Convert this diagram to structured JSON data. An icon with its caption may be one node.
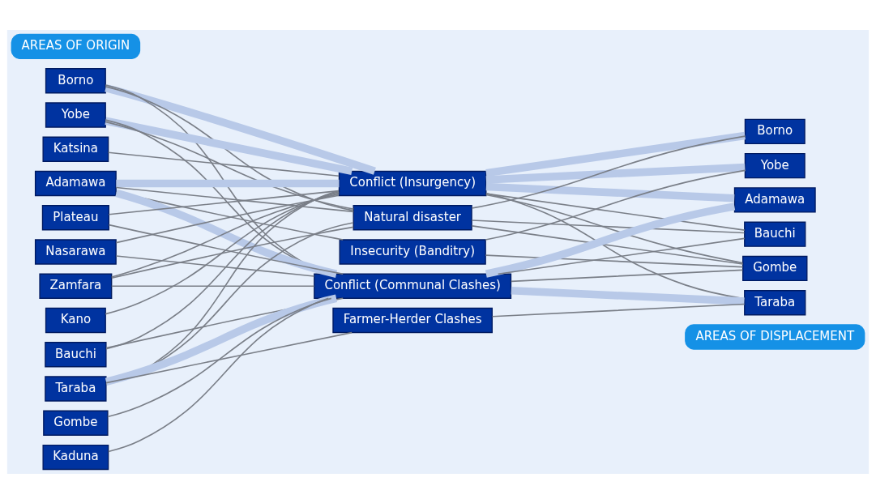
{
  "diagram": {
    "nodes": [
      {
        "text": [
          "Borno"
        ]
      },
      {
        "text": [
          "Yobe"
        ]
      },
      {
        "text": [
          "Katsina"
        ]
      },
      {
        "text": [
          "Adamawa"
        ]
      },
      {
        "text": [
          "Plateau"
        ]
      },
      {
        "text": [
          "Nasarawa"
        ]
      },
      {
        "text": [
          "Zamfara"
        ]
      },
      {
        "text": [
          "Kano"
        ]
      },
      {
        "text": [
          "Bauchi"
        ]
      },
      {
        "text": [
          "Taraba"
        ]
      },
      {
        "text": [
          "Gombe"
        ]
      },
      {
        "text": [
          "Kaduna"
        ]
      },
      {
        "text": [
          "Conflict (Insurgency)"
        ]
      },
      {
        "text": [
          "Natural disaster"
        ]
      },
      {
        "text": [
          "Insecurity (Banditry)"
        ]
      },
      {
        "text": [
          "Conflict (Communal Clashes)"
        ]
      },
      {
        "text": [
          "Farmer-Herder Clashes"
        ]
      },
      {
        "text": [
          "Borno"
        ]
      },
      {
        "text": [
          "Yobe"
        ]
      },
      {
        "text": [
          "Adamawa"
        ]
      },
      {
        "text": [
          "Bauchi"
        ]
      },
      {
        "text": [
          "Gombe"
        ]
      },
      {
        "text": [
          "Taraba"
        ]
      }
    ],
    "edges": [
      {
        "from": 0,
        "to": 12,
        "arrow": "none",
        "style": "thick",
        "color": "#b8c9e8"
      },
      {
        "from": 0,
        "to": 13,
        "arrow": "none"
      },
      {
        "from": 0,
        "to": 15,
        "arrow": "none"
      },
      {
        "from": 1,
        "to": 12,
        "arrow": "none",
        "style": "thick",
        "color": "#b8c9e8"
      },
      {
        "from": 1,
        "to": 13,
        "arrow": "none"
      },
      {
        "from": 1,
        "to": 15,
        "arrow": "none"
      },
      {
        "from": 2,
        "to": 12,
        "arrow": "none"
      },
      {
        "from": 3,
        "to": 12,
        "arrow": "none",
        "style": "thick",
        "color": "#b8c9e8"
      },
      {
        "from": 3,
        "to": 13,
        "arrow": "none"
      },
      {
        "from": 3,
        "to": 14,
        "arrow": "none"
      },
      {
        "from": 3,
        "to": 15,
        "arrow": "none",
        "style": "thick",
        "color": "#b8c9e8"
      },
      {
        "from": 4,
        "to": 12,
        "arrow": "none"
      },
      {
        "from": 4,
        "to": 15,
        "arrow": "none"
      },
      {
        "from": 5,
        "to": 12,
        "arrow": "none"
      },
      {
        "from": 5,
        "to": 15,
        "arrow": "none"
      },
      {
        "from": 6,
        "to": 12,
        "arrow": "none"
      },
      {
        "from": 6,
        "to": 13,
        "arrow": "none"
      },
      {
        "from": 6,
        "to": 15,
        "arrow": "none"
      },
      {
        "from": 7,
        "to": 12,
        "arrow": "none"
      },
      {
        "from": 8,
        "to": 12,
        "arrow": "none"
      },
      {
        "from": 8,
        "to": 15,
        "arrow": "none"
      },
      {
        "from": 9,
        "to": 12,
        "arrow": "none"
      },
      {
        "from": 9,
        "to": 13,
        "arrow": "none"
      },
      {
        "from": 9,
        "to": 15,
        "arrow": "none",
        "style": "thick",
        "color": "#b8c9e8"
      },
      {
        "from": 9,
        "to": 16,
        "arrow": "none"
      },
      {
        "from": 10,
        "to": 15,
        "arrow": "none"
      },
      {
        "from": 11,
        "to": 15,
        "arrow": "none"
      },
      {
        "from": 12,
        "to": 17,
        "arrow": "none",
        "style": "thick",
        "color": "#b8c9e8"
      },
      {
        "from": 12,
        "to": 18,
        "arrow": "none",
        "style": "thick",
        "color": "#b8c9e8"
      },
      {
        "from": 12,
        "to": 19,
        "arrow": "none",
        "style": "thick",
        "color": "#b8c9e8"
      },
      {
        "from": 12,
        "to": 20,
        "arrow": "none"
      },
      {
        "from": 12,
        "to": 21,
        "arrow": "none"
      },
      {
        "from": 12,
        "to": 22,
        "arrow": "none"
      },
      {
        "from": 13,
        "to": 17,
        "arrow": "none"
      },
      {
        "from": 13,
        "to": 20,
        "arrow": "none"
      },
      {
        "from": 13,
        "to": 21,
        "arrow": "none"
      },
      {
        "from": 14,
        "to": 18,
        "arrow": "none"
      },
      {
        "from": 14,
        "to": 21,
        "arrow": "none"
      },
      {
        "from": 15,
        "to": 19,
        "arrow": "none",
        "style": "thick",
        "color": "#b8c9e8"
      },
      {
        "from": 15,
        "to": 20,
        "arrow": "none"
      },
      {
        "from": 15,
        "to": 21,
        "arrow": "none"
      },
      {
        "from": 15,
        "to": 22,
        "arrow": "none",
        "style": "thick",
        "color": "#b8c9e8"
      },
      {
        "from": 16,
        "to": 22,
        "arrow": "none"
      }
    ],
    "labels": [
      "AREAS OF ORIGIN",
      "AREAS OF DISPLACEMENT"
    ]
  }
}
